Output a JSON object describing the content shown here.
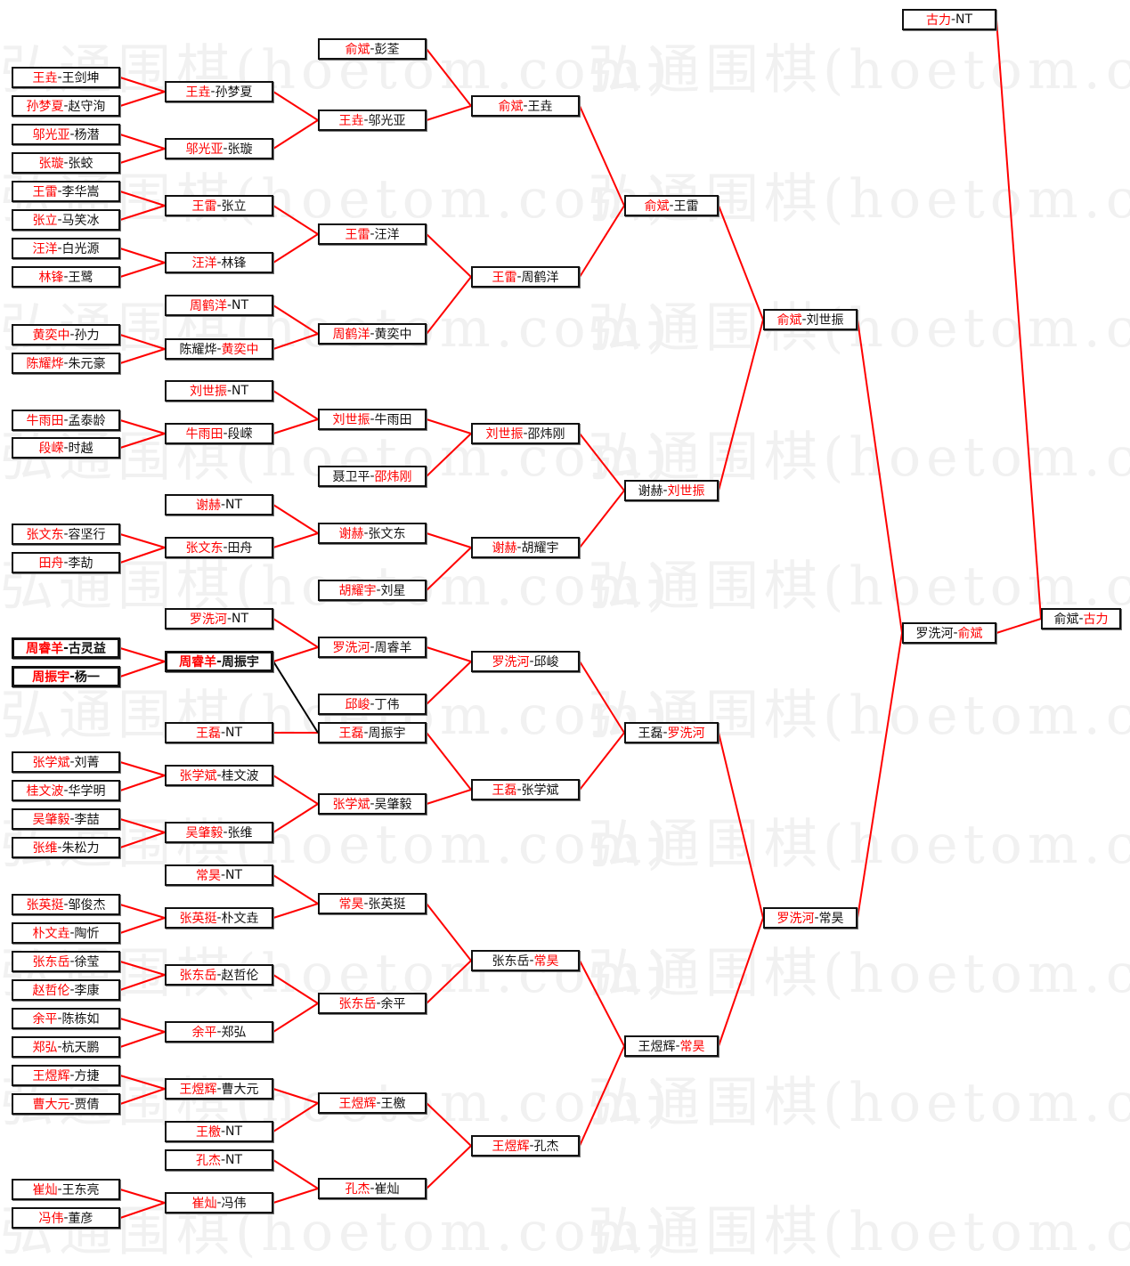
{
  "watermark": "弘通围棋(hoetom.com)",
  "separator": "-",
  "colors": {
    "winner": "#ff0000",
    "loser": "#111111",
    "line": "#ff0000"
  },
  "matches": [
    {
      "p1": "王垚",
      "p2": "王剑坤",
      "win": 1
    },
    {
      "p1": "孙梦夏",
      "p2": "赵守洵",
      "win": 1
    },
    {
      "p1": "邬光亚",
      "p2": "杨潜",
      "win": 1
    },
    {
      "p1": "张璇",
      "p2": "张蛟",
      "win": 1
    },
    {
      "p1": "王雷",
      "p2": "李华嵩",
      "win": 1
    },
    {
      "p1": "张立",
      "p2": "马笑冰",
      "win": 1
    },
    {
      "p1": "汪洋",
      "p2": "白光源",
      "win": 1
    },
    {
      "p1": "林锋",
      "p2": "王鹭",
      "win": 1
    },
    {
      "p1": "黄奕中",
      "p2": "孙力",
      "win": 1
    },
    {
      "p1": "陈耀烨",
      "p2": "朱元豪",
      "win": 1
    },
    {
      "p1": "牛雨田",
      "p2": "孟泰龄",
      "win": 1
    },
    {
      "p1": "段嵘",
      "p2": "时越",
      "win": 1
    },
    {
      "p1": "张文东",
      "p2": "容坚行",
      "win": 1
    },
    {
      "p1": "田舟",
      "p2": "李劼",
      "win": 1
    },
    {
      "p1": "周睿羊",
      "p2": "古灵益",
      "win": 1,
      "highlight": true
    },
    {
      "p1": "周振宇",
      "p2": "杨一",
      "win": 1,
      "highlight": true
    },
    {
      "p1": "张学斌",
      "p2": "刘菁",
      "win": 1
    },
    {
      "p1": "桂文波",
      "p2": "华学明",
      "win": 1
    },
    {
      "p1": "吴肇毅",
      "p2": "李喆",
      "win": 1
    },
    {
      "p1": "张维",
      "p2": "朱松力",
      "win": 1
    },
    {
      "p1": "张英挺",
      "p2": "邹俊杰",
      "win": 1
    },
    {
      "p1": "朴文垚",
      "p2": "陶忻",
      "win": 1
    },
    {
      "p1": "张东岳",
      "p2": "徐莹",
      "win": 1
    },
    {
      "p1": "赵哲伦",
      "p2": "李康",
      "win": 1
    },
    {
      "p1": "余平",
      "p2": "陈栋如",
      "win": 1
    },
    {
      "p1": "郑弘",
      "p2": "杭天鹏",
      "win": 1
    },
    {
      "p1": "王煜辉",
      "p2": "方捷",
      "win": 1
    },
    {
      "p1": "曹大元",
      "p2": "贾倩",
      "win": 1
    },
    {
      "p1": "崔灿",
      "p2": "王东亮",
      "win": 1
    },
    {
      "p1": "冯伟",
      "p2": "董彦",
      "win": 1
    },
    {
      "p1": "王垚",
      "p2": "孙梦夏",
      "win": 1
    },
    {
      "p1": "邬光亚",
      "p2": "张璇",
      "win": 1
    },
    {
      "p1": "王雷",
      "p2": "张立",
      "win": 1
    },
    {
      "p1": "汪洋",
      "p2": "林锋",
      "win": 1
    },
    {
      "p1": "周鹤洋",
      "p2": "NT",
      "win": 1
    },
    {
      "p1": "陈耀烨",
      "p2": "黄奕中",
      "win": 2
    },
    {
      "p1": "刘世振",
      "p2": "NT",
      "win": 1
    },
    {
      "p1": "牛雨田",
      "p2": "段嵘",
      "win": 1
    },
    {
      "p1": "谢赫",
      "p2": "NT",
      "win": 1
    },
    {
      "p1": "张文东",
      "p2": "田舟",
      "win": 1
    },
    {
      "p1": "罗洗河",
      "p2": "NT",
      "win": 1
    },
    {
      "p1": "周睿羊",
      "p2": "周振宇",
      "win": 1,
      "highlight": true
    },
    {
      "p1": "王磊",
      "p2": "NT",
      "win": 1
    },
    {
      "p1": "张学斌",
      "p2": "桂文波",
      "win": 1
    },
    {
      "p1": "吴肇毅",
      "p2": "张维",
      "win": 1
    },
    {
      "p1": "常昊",
      "p2": "NT",
      "win": 1
    },
    {
      "p1": "张英挺",
      "p2": "朴文垚",
      "win": 1
    },
    {
      "p1": "张东岳",
      "p2": "赵哲伦",
      "win": 1
    },
    {
      "p1": "余平",
      "p2": "郑弘",
      "win": 1
    },
    {
      "p1": "王煜辉",
      "p2": "曹大元",
      "win": 1
    },
    {
      "p1": "王檄",
      "p2": "NT",
      "win": 1
    },
    {
      "p1": "孔杰",
      "p2": "NT",
      "win": 1
    },
    {
      "p1": "崔灿",
      "p2": "冯伟",
      "win": 1
    },
    {
      "p1": "俞斌",
      "p2": "彭荃",
      "win": 1
    },
    {
      "p1": "王垚",
      "p2": "邬光亚",
      "win": 1
    },
    {
      "p1": "王雷",
      "p2": "汪洋",
      "win": 1
    },
    {
      "p1": "周鹤洋",
      "p2": "黄奕中",
      "win": 1
    },
    {
      "p1": "刘世振",
      "p2": "牛雨田",
      "win": 1
    },
    {
      "p1": "聂卫平",
      "p2": "邵炜刚",
      "win": 2
    },
    {
      "p1": "谢赫",
      "p2": "张文东",
      "win": 1
    },
    {
      "p1": "胡耀宇",
      "p2": "刘星",
      "win": 1
    },
    {
      "p1": "罗洗河",
      "p2": "周睿羊",
      "win": 1
    },
    {
      "p1": "邱峻",
      "p2": "丁伟",
      "win": 1
    },
    {
      "p1": "王磊",
      "p2": "周振宇",
      "win": 1
    },
    {
      "p1": "张学斌",
      "p2": "吴肇毅",
      "win": 1
    },
    {
      "p1": "常昊",
      "p2": "张英挺",
      "win": 1
    },
    {
      "p1": "张东岳",
      "p2": "余平",
      "win": 1
    },
    {
      "p1": "王煜辉",
      "p2": "王檄",
      "win": 1
    },
    {
      "p1": "孔杰",
      "p2": "崔灿",
      "win": 1
    },
    {
      "p1": "俞斌",
      "p2": "王垚",
      "win": 1
    },
    {
      "p1": "王雷",
      "p2": "周鹤洋",
      "win": 1
    },
    {
      "p1": "刘世振",
      "p2": "邵炜刚",
      "win": 1
    },
    {
      "p1": "谢赫",
      "p2": "胡耀宇",
      "win": 1
    },
    {
      "p1": "罗洗河",
      "p2": "邱峻",
      "win": 1
    },
    {
      "p1": "王磊",
      "p2": "张学斌",
      "win": 1
    },
    {
      "p1": "张东岳",
      "p2": "常昊",
      "win": 2
    },
    {
      "p1": "王煜辉",
      "p2": "孔杰",
      "win": 1
    },
    {
      "p1": "俞斌",
      "p2": "王雷",
      "win": 1
    },
    {
      "p1": "谢赫",
      "p2": "刘世振",
      "win": 2
    },
    {
      "p1": "王磊",
      "p2": "罗洗河",
      "win": 2
    },
    {
      "p1": "王煜辉",
      "p2": "常昊",
      "win": 2
    },
    {
      "p1": "俞斌",
      "p2": "刘世振",
      "win": 1
    },
    {
      "p1": "罗洗河",
      "p2": "常昊",
      "win": 1
    },
    {
      "p1": "古力",
      "p2": "NT",
      "win": 1
    },
    {
      "p1": "罗洗河",
      "p2": "俞斌",
      "win": 2
    },
    {
      "p1": "俞斌",
      "p2": "古力",
      "win": 2
    }
  ]
}
